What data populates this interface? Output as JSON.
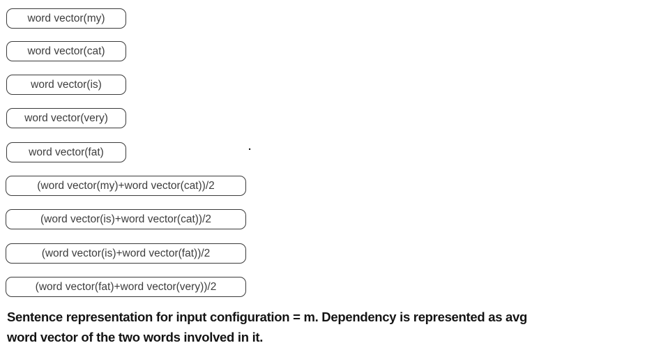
{
  "diagram": {
    "word_vector_boxes": [
      "word vector(my)",
      "word vector(cat)",
      "word vector(is)",
      "word vector(very)",
      "word vector(fat)"
    ],
    "dependency_avg_boxes": [
      "(word vector(my)+word vector(cat))/2",
      "(word vector(is)+word vector(cat))/2",
      "(word vector(is)+word vector(fat))/2",
      "(word vector(fat)+word vector(very))/2"
    ],
    "stray_dot": "."
  },
  "caption": {
    "line1": "Sentence representation for input configuration = m. Dependency is represented as avg",
    "line2": "word vector of the two words involved in it."
  },
  "colors": {
    "box_border": "#3a3a3a",
    "box_text": "#3d3d3d",
    "caption_text": "#141414",
    "background": "#ffffff"
  }
}
